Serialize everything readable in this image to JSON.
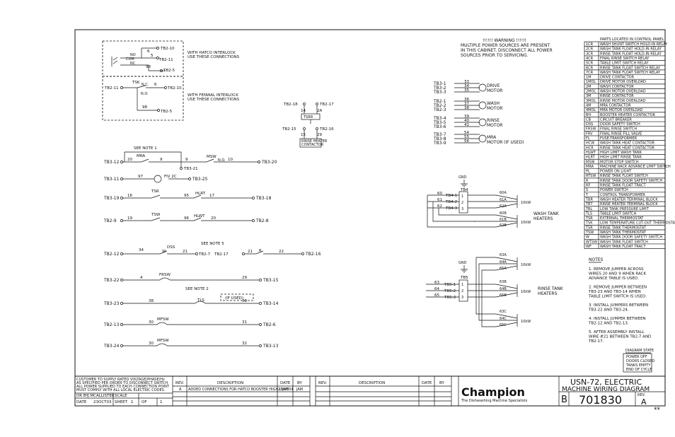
{
  "warning": {
    "title": "!!!!!! WARNING !!!!!!",
    "lines": [
      "MULTIPLE POWER SOURCES ARE PRESENT",
      "IN THIS CABINET. DISCONNECT ALL POWER",
      "SOURCES PRIOR TO SERVICING."
    ]
  },
  "interlock": {
    "hatco_wires": [
      "6",
      "5",
      "NO",
      "COM",
      "NC",
      "98"
    ],
    "hatco_terms": [
      "TB2-10",
      "TB2-11",
      "TB2-5"
    ],
    "hatco_note": [
      "WITH HATCO INTERLOCK",
      "USE THESE CONNECTIONS"
    ],
    "fenwal_terms": [
      "TB2-11",
      "TB2-10",
      "TB2-5"
    ],
    "fenwal_labels": [
      "TSK",
      "N.C.",
      "N.O.",
      "6",
      "98"
    ],
    "fenwal_note": [
      "WITH FENWAL INTERLOCK",
      "USE THESE CONNECTIONS"
    ]
  },
  "jumper_block": {
    "top": [
      "TB2-18",
      "TB2-17",
      "14",
      "2A"
    ],
    "bottom": [
      "TB2-15",
      "TB2-16",
      "15",
      "29"
    ],
    "box1": "TSRR",
    "box2": [
      "RINSE HEATER",
      "CONTACTOR"
    ]
  },
  "ladder": [
    {
      "left": "TB3-12",
      "wires": [
        "20",
        "9",
        "9",
        "10"
      ],
      "parts": [
        "MRA",
        "MSW",
        "N.O."
      ],
      "right": "TB3-20",
      "sub": "TB3-21",
      "note": "SEE NOTE 1"
    },
    {
      "left": "TB3-11",
      "wires": [
        "97"
      ],
      "parts": [
        "FIV 2C"
      ],
      "right": "TB3-25"
    },
    {
      "left": "TB3-19",
      "wires": [
        "16",
        "95",
        "17"
      ],
      "parts": [
        "TSR",
        "HLRT"
      ],
      "right": "TB3-18"
    },
    {
      "left": "TB2-9",
      "wires": [
        "19",
        "96",
        "20"
      ],
      "parts": [
        "TSW",
        "HLWT"
      ],
      "right": "TB2-8"
    },
    {
      "left": "TB2-12",
      "wires": [
        "34",
        "21",
        "21",
        "22"
      ],
      "parts": [
        "DSS",
        "W",
        "R"
      ],
      "mid": [
        "TB2-7",
        "TB2-17"
      ],
      "right": "TB2-16",
      "note": "SEE NOTE 5"
    },
    {
      "left": "TB3-22",
      "wires": [
        "4",
        "29"
      ],
      "parts": [
        "FRSW"
      ],
      "right": "TB3-15"
    },
    {
      "left": "TB3-23",
      "wires": [
        "38",
        "30"
      ],
      "parts": [
        "TLS",
        "(IF USED)"
      ],
      "right": "TB3-14",
      "note": "SEE NOTE 2"
    },
    {
      "left": "TB2-13",
      "wires": [
        "30",
        "31"
      ],
      "parts": [
        "MFSW"
      ],
      "right": "TB2-6"
    },
    {
      "left": "TB3-24",
      "wires": [
        "30",
        "32"
      ],
      "parts": [
        "MFSW"
      ],
      "right": "TB3-13"
    }
  ],
  "motors": [
    {
      "terms": [
        "TB3-1",
        "TB3-2",
        "TB3-3"
      ],
      "wires": [
        "33",
        "34",
        "35"
      ],
      "label": [
        "DRIVE",
        "MOTOR"
      ]
    },
    {
      "terms": [
        "TB2-1",
        "TB2-2",
        "TB2-3"
      ],
      "wires": [
        "36",
        "37",
        "38"
      ],
      "label": [
        "WASH",
        "MOTOR"
      ]
    },
    {
      "terms": [
        "TB3-4",
        "TB3-5",
        "TB3-6"
      ],
      "wires": [
        "39",
        "40",
        "41"
      ],
      "label": [
        "RINSE",
        "MOTOR"
      ]
    },
    {
      "terms": [
        "TB3-7",
        "TB3-8",
        "TB3-9"
      ],
      "wires": [
        "54",
        "55",
        "56"
      ],
      "label": [
        "MRA",
        "MOTOR"
      ],
      "extra": "(IF USED)"
    }
  ],
  "wash_heaters": {
    "gnd": "GND",
    "tb": "TB4",
    "terms": [
      "TB4-1",
      "TB4-2",
      "TB4-3"
    ],
    "wires": [
      "60",
      "61",
      "62"
    ],
    "nodes": [
      "1",
      "2",
      "3"
    ],
    "heater_labels": [
      "60A",
      "61A",
      "62A",
      "60B",
      "61B",
      "62B"
    ],
    "kw": [
      "10kW",
      "10kW"
    ],
    "title": [
      "WASH TANK",
      "HEATERS"
    ]
  },
  "rinse_heaters": {
    "gnd": "GND",
    "tb": "TB5",
    "terms": [
      "TB5-1",
      "TB5-2",
      "TB5-3"
    ],
    "wires": [
      "63",
      "64",
      "65"
    ],
    "nodes": [
      "1",
      "2",
      "3"
    ],
    "heater_labels": [
      "63A",
      "64A",
      "65A",
      "63B",
      "64B",
      "65B",
      "63C",
      "64C",
      "65C"
    ],
    "kw": [
      "10kW",
      "10kW",
      "10kW"
    ],
    "title": [
      "RINSE TANK",
      "HEATERS"
    ]
  },
  "legend": {
    "header": "PARTS LOCATED IN CONTROL PANEL",
    "rows": [
      [
        "1CR",
        "WASH SHUNT SWITCH HOLD-IN RELAY"
      ],
      [
        "2CR",
        "WASH TANK FLOAT HOLD-IN RELAY"
      ],
      [
        "3CR",
        "RINSE TANK FLOAT HOLD-IN RELAY"
      ],
      [
        "4CR",
        "FINAL RINSE SWITCH RELAY"
      ],
      [
        "5CR",
        "TABLE LIMIT SWITCH RELAY"
      ],
      [
        "6CR",
        "RINSE TANK FLOAT SWITCH RELAY"
      ],
      [
        "7CR",
        "WASH TANK FLOAT SWITCH RELAY"
      ],
      [
        "1M",
        "DRIVE CONTACTOR"
      ],
      [
        "1MOL",
        "DRIVE MOTOR OVERLOAD"
      ],
      [
        "2M",
        "WASH CONTACTOR"
      ],
      [
        "2MOL",
        "WASH MOTOR OVERLOAD"
      ],
      [
        "3M",
        "RINSE CONTACTOR"
      ],
      [
        "3MOL",
        "RINSE MOTOR OVERLOAD"
      ],
      [
        "4M",
        "MRA CONTACTOR"
      ],
      [
        "4MOL",
        "MRA MOTOR OVERLOAD"
      ],
      [
        "BH",
        "BOOSTER HEATER CONTACTOR"
      ],
      [
        "CB",
        "CIRCUIT BREAKER"
      ],
      [
        "DSS",
        "DOOR SAFETY SWITCH"
      ],
      [
        "FRSW",
        "FINAL RINSE SWITCH"
      ],
      [
        "FRV",
        "FINAL RINSE FILL VALVE"
      ],
      [
        "FL",
        "FUSE-TRANSFORMER"
      ],
      [
        "HCW",
        "WASH TANK HEAT CONTACTOR"
      ],
      [
        "HCR",
        "RINSE TANK HEAT CONTACTOR"
      ],
      [
        "HLWT",
        "HIGH LIMIT WASH TANK"
      ],
      [
        "HLRT",
        "HIGH LIMIT RINSE TANK"
      ],
      [
        "MSW",
        "MOTOR STOP SWITCH"
      ],
      [
        "MRA",
        "MACHINE RACK ADVANCE LIMIT SWITCH"
      ],
      [
        "PL",
        "POWER ON LIGHT"
      ],
      [
        "RTSW",
        "RINSE TANK FLOAT SWITCH"
      ],
      [
        "R",
        "RINSE TANK DOOR SAFETY SWITCH"
      ],
      [
        "RF",
        "RINSE TANK FLOAT TRACT"
      ],
      [
        "S",
        "POWER SWITCH"
      ],
      [
        "T",
        "CONTROL TRANSFORMER"
      ],
      [
        "TBR",
        "WASH HEATER TERMINAL BLOCK"
      ],
      [
        "TBT",
        "RINSE HEATER TERMINAL BLOCK"
      ],
      [
        "TBL",
        "LOW TANK PRESSURE LIMIT"
      ],
      [
        "TLS",
        "TABLE LIMIT SWITCH"
      ],
      [
        "TSR",
        "EXTERNAL THERMOSTAT"
      ],
      [
        "TSK",
        "LOW TEMPERATURE CUT-OUT THERMOSTAT"
      ],
      [
        "TSR",
        "RINSE TANK THERMOSTAT"
      ],
      [
        "TSW",
        "WASH TANK THERMOSTAT"
      ],
      [
        "W",
        "WASH TANK DOOR SAFETY SWITCH"
      ],
      [
        "WTSW",
        "WASH TANK FLOAT SWITCH"
      ],
      [
        "WF",
        "WASH TANK FLOAT TRACT"
      ]
    ]
  },
  "notes": {
    "title": "NOTES",
    "items": [
      [
        "1. REMOVE JUMPER ACROSS",
        "WIRES 20 AND 9 WHEN RACK",
        "ADVANCE TABLE IS USED."
      ],
      [
        "2. REMOVE JUMPER BETWEEN",
        "TB3-23 AND TB3-14 WHEN",
        "TABLE LIMIT SWITCH IS USED."
      ],
      [
        "3. INSTALL JUMPERS BETWEEN",
        "TB3-22 AND TB3-24."
      ],
      [
        "4. INSTALL JUMPER BETWEEN",
        "TB2-12 AND TB2-13."
      ],
      [
        "5. AFTER ASSEMBLY INSTALL",
        "WIRE #21 BETWEEN TB2-7 AND",
        "TB2-17."
      ]
    ]
  },
  "diagram_state": {
    "title": "DIAGRAM STATE",
    "lines": [
      "POWER OFF",
      "DOORS CLOSED",
      "TANKS EMPTY",
      "END OF CYCLE"
    ]
  },
  "title_block": {
    "spec": [
      "CUSTOMER TO SUPPLY RATED VOLTAGE/PHASE/Hz",
      "AS SPECIFIED PER ORDER TO DISCONNECT SWITCH.",
      "ALL POWER SUPPLIED TO EACH CONNECTION POINT",
      "MUST COMPLY WITH ALL LOCAL ELECTRIC CODES."
    ],
    "drawn_by_label": "DR BY",
    "drawn_by": "J.MCALLISTER",
    "scale_label": "SCALE",
    "date_label": "DATE",
    "date": "23OCT03",
    "sheet_label": "SHEET",
    "sheet": "1",
    "of_label": "OF",
    "of": "1",
    "rev_headers": [
      "REV.",
      "DESCRIPTION",
      "DATE",
      "BY"
    ],
    "rev_row": [
      "A",
      "ADDED CONNECTIONS FOR HATCO BOOSTER HIGH LIMIT",
      "23JAN04",
      "JAM"
    ],
    "rev_headers2": [
      "REV.",
      "DESCRIPTION",
      "DATE",
      "BY"
    ],
    "company": "Champion",
    "tagline": "The Dishwashing Machine Specialists",
    "model": "USN-72, ELECTRIC",
    "drawing_title": "MACHINE WIRING DIAGRAM",
    "size": "B",
    "drawing_number": "701830",
    "rev_label": "REV.",
    "rev": "A",
    "stars": "**"
  }
}
